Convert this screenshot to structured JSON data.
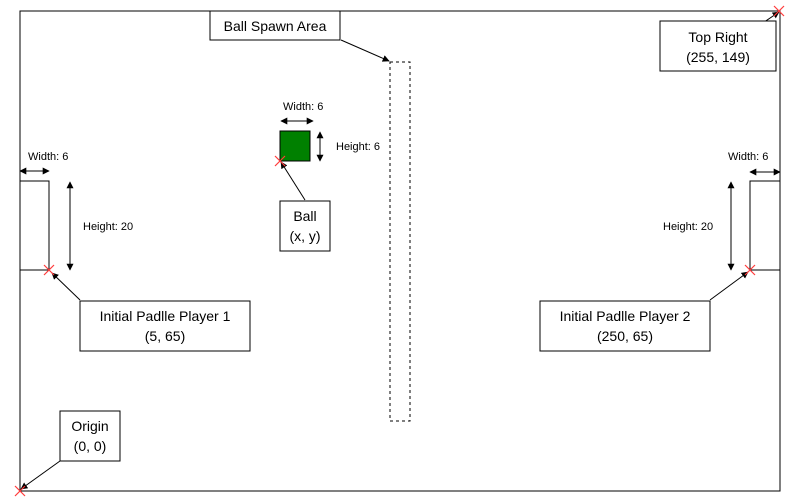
{
  "labels": {
    "ball_spawn_area": "Ball Spawn Area",
    "top_right_title": "Top Right",
    "top_right_coords": "(255, 149)",
    "ball_title": "Ball",
    "ball_coords": "(x, y)",
    "ball_width": "Width: 6",
    "ball_height": "Height: 6",
    "paddle1_title": "Initial Padlle Player 1",
    "paddle1_coords": "(5, 65)",
    "paddle1_width": "Width: 6",
    "paddle1_height": "Height: 20",
    "paddle2_title": "Initial Padlle Player 2",
    "paddle2_coords": "(250, 65)",
    "paddle2_width": "Width: 6",
    "paddle2_height": "Height: 20",
    "origin_title": "Origin",
    "origin_coords": "(0, 0)"
  },
  "colors": {
    "ball": "#008000",
    "marker": "#ff3b3b",
    "stroke": "#000000"
  }
}
